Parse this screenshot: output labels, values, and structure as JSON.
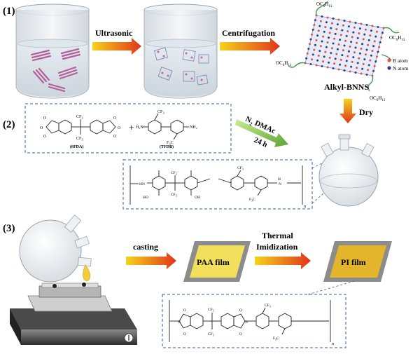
{
  "steps": {
    "s1": "(1)",
    "s2": "(2)",
    "s3": "(3)"
  },
  "step1": {
    "arrow1": "Ultrasonic",
    "arrow2": "Centrifugation",
    "product": "Alkyl-BNNS",
    "dry": "Dry",
    "legend_b": "B atom",
    "legend_n": "N atom",
    "chain_group": "OC",
    "chain_sub1": "6",
    "chain_sub2": "H",
    "chain_sub3": "13"
  },
  "step2": {
    "monomer1": "(6FDA)",
    "monomer2": "(TFDB)",
    "plus": "+",
    "reagent": "N",
    "reagent_sub": "2",
    "solvent": "DMAc",
    "time": "24 h",
    "cf3": "CF",
    "cf3_sub": "3",
    "f3c": "F",
    "f3c_sub": "3",
    "f3c_tail": "C",
    "h2n": "H₂N",
    "nh2": "NH₂",
    "ho": "HO",
    "oh": "OH",
    "nh": "HN",
    "n": "n"
  },
  "step3": {
    "casting": "casting",
    "paa": "PAA film",
    "thermal1": "Thermal",
    "thermal2": "Imidization",
    "pi": "PI film",
    "n": "n"
  },
  "colors": {
    "arrow_red": "#e0341a",
    "arrow_yellow": "#f5d31c",
    "arrow_green_a": "#b8e27a",
    "arrow_green_b": "#6ab23a",
    "dashed_blue": "#2f5fa8",
    "film_paa": "#f2e05c",
    "film_pi": "#e2b52a",
    "film_border": "#8c8c8c",
    "boron": "#d9534f",
    "nitrogen": "#2a3f8f"
  }
}
